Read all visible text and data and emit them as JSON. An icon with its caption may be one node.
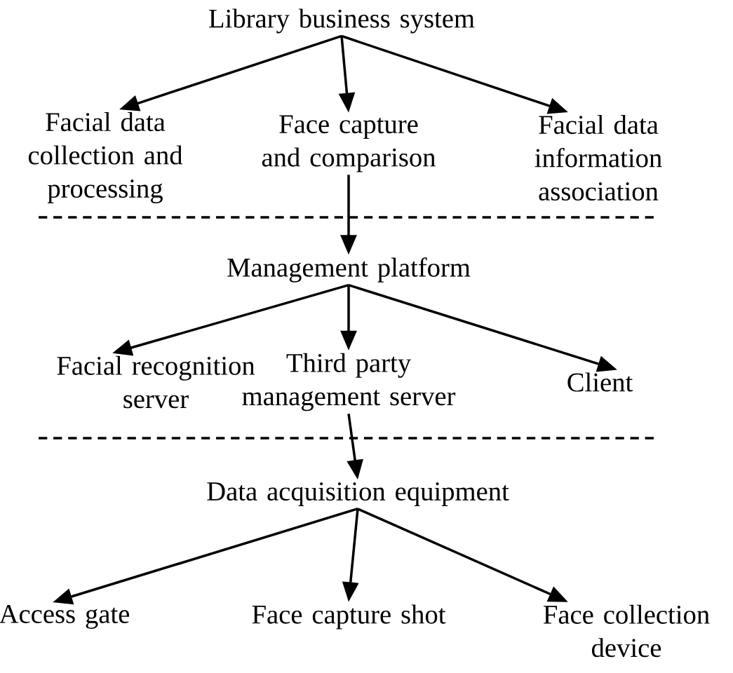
{
  "diagram": {
    "nodes": [
      {
        "text": [
          "Library business system"
        ]
      },
      {
        "text": [
          "Facial data collection and processing"
        ]
      },
      {
        "text": [
          "Face capture and comparison"
        ]
      },
      {
        "text": [
          "Facial data information association"
        ]
      },
      {
        "text": [
          "Management platform"
        ]
      },
      {
        "text": [
          "Facial recognition server"
        ]
      },
      {
        "text": [
          "Third party management server"
        ]
      },
      {
        "text": [
          "Client"
        ]
      },
      {
        "text": [
          "Data acquisition equipment"
        ]
      },
      {
        "text": [
          "Access gate"
        ]
      },
      {
        "text": [
          "Face capture shot"
        ]
      },
      {
        "text": [
          "Face collection device"
        ]
      }
    ],
    "edges": [
      {
        "from": 0,
        "to": 1,
        "arrow": "to"
      },
      {
        "from": 0,
        "to": 2,
        "arrow": "to"
      },
      {
        "from": 0,
        "to": 3,
        "arrow": "to"
      },
      {
        "from": 2,
        "to": 4,
        "arrow": "to"
      },
      {
        "from": 4,
        "to": 5,
        "arrow": "to"
      },
      {
        "from": 4,
        "to": 6,
        "arrow": "to"
      },
      {
        "from": 4,
        "to": 7,
        "arrow": "to"
      },
      {
        "from": 6,
        "to": 8,
        "arrow": "to"
      },
      {
        "from": 8,
        "to": 9,
        "arrow": "to"
      },
      {
        "from": 8,
        "to": 10,
        "arrow": "to"
      },
      {
        "from": 8,
        "to": 11,
        "arrow": "to"
      }
    ]
  }
}
